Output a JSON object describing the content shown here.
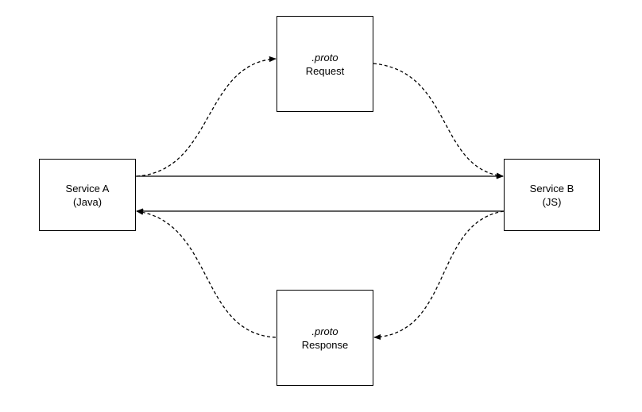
{
  "nodes": {
    "service_a": {
      "line1": "Service A",
      "line2": "(Java)"
    },
    "service_b": {
      "line1": "Service B",
      "line2": "(JS)"
    },
    "request": {
      "line1": ".proto",
      "line2": "Request"
    },
    "response": {
      "line1": ".proto",
      "line2": "Response"
    }
  },
  "edges": [
    {
      "from": "Service A",
      "to": "Service B",
      "style": "solid"
    },
    {
      "from": "Service B",
      "to": "Service A",
      "style": "solid"
    },
    {
      "from": "Service A",
      "to": ".proto Request",
      "style": "dashed"
    },
    {
      "from": ".proto Request",
      "to": "Service B",
      "style": "dashed"
    },
    {
      "from": "Service B",
      "to": ".proto Response",
      "style": "dashed"
    },
    {
      "from": ".proto Response",
      "to": "Service A",
      "style": "dashed"
    }
  ],
  "colors": {
    "stroke": "#000000",
    "background": "#ffffff"
  }
}
